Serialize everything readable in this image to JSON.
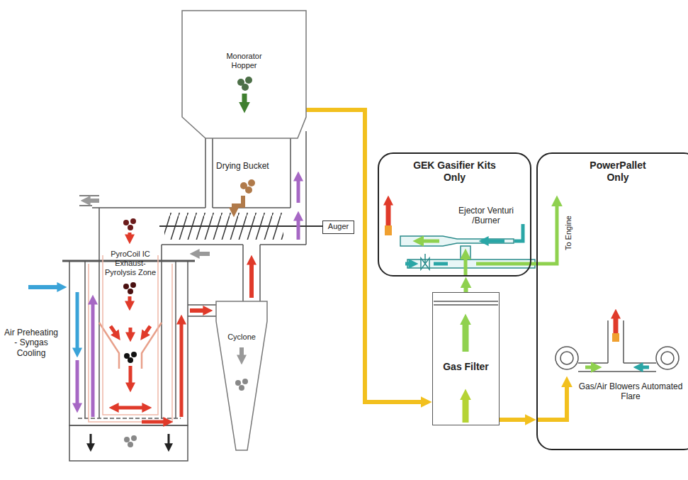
{
  "diagram": {
    "nodes": [
      {
        "text": [
          "Monorator Hopper"
        ]
      },
      {
        "text": [
          "Auger"
        ]
      },
      {
        "text": [
          "Cyclone"
        ]
      },
      {
        "text": [
          "GEK Gasifier Kits Only"
        ]
      },
      {
        "text": [
          "Gas Filter"
        ]
      },
      {
        "text": [
          "PowerPallet Only"
        ]
      }
    ],
    "edges": [
      {
        "from": 0,
        "to": 4,
        "arrow": "to"
      },
      {
        "from": 4,
        "to": 3,
        "arrow": "to"
      },
      {
        "from": 4,
        "to": 5,
        "arrow": "to"
      }
    ],
    "labels": [
      "Drying Bucket",
      "PyroCoil IC Exhaust- Pyrolysis Zone",
      "Air Preheating - Syngas Cooling",
      "Ejector Venturi /Burner",
      "To Engine",
      "Gas/Air Blowers Automated Flare"
    ]
  }
}
